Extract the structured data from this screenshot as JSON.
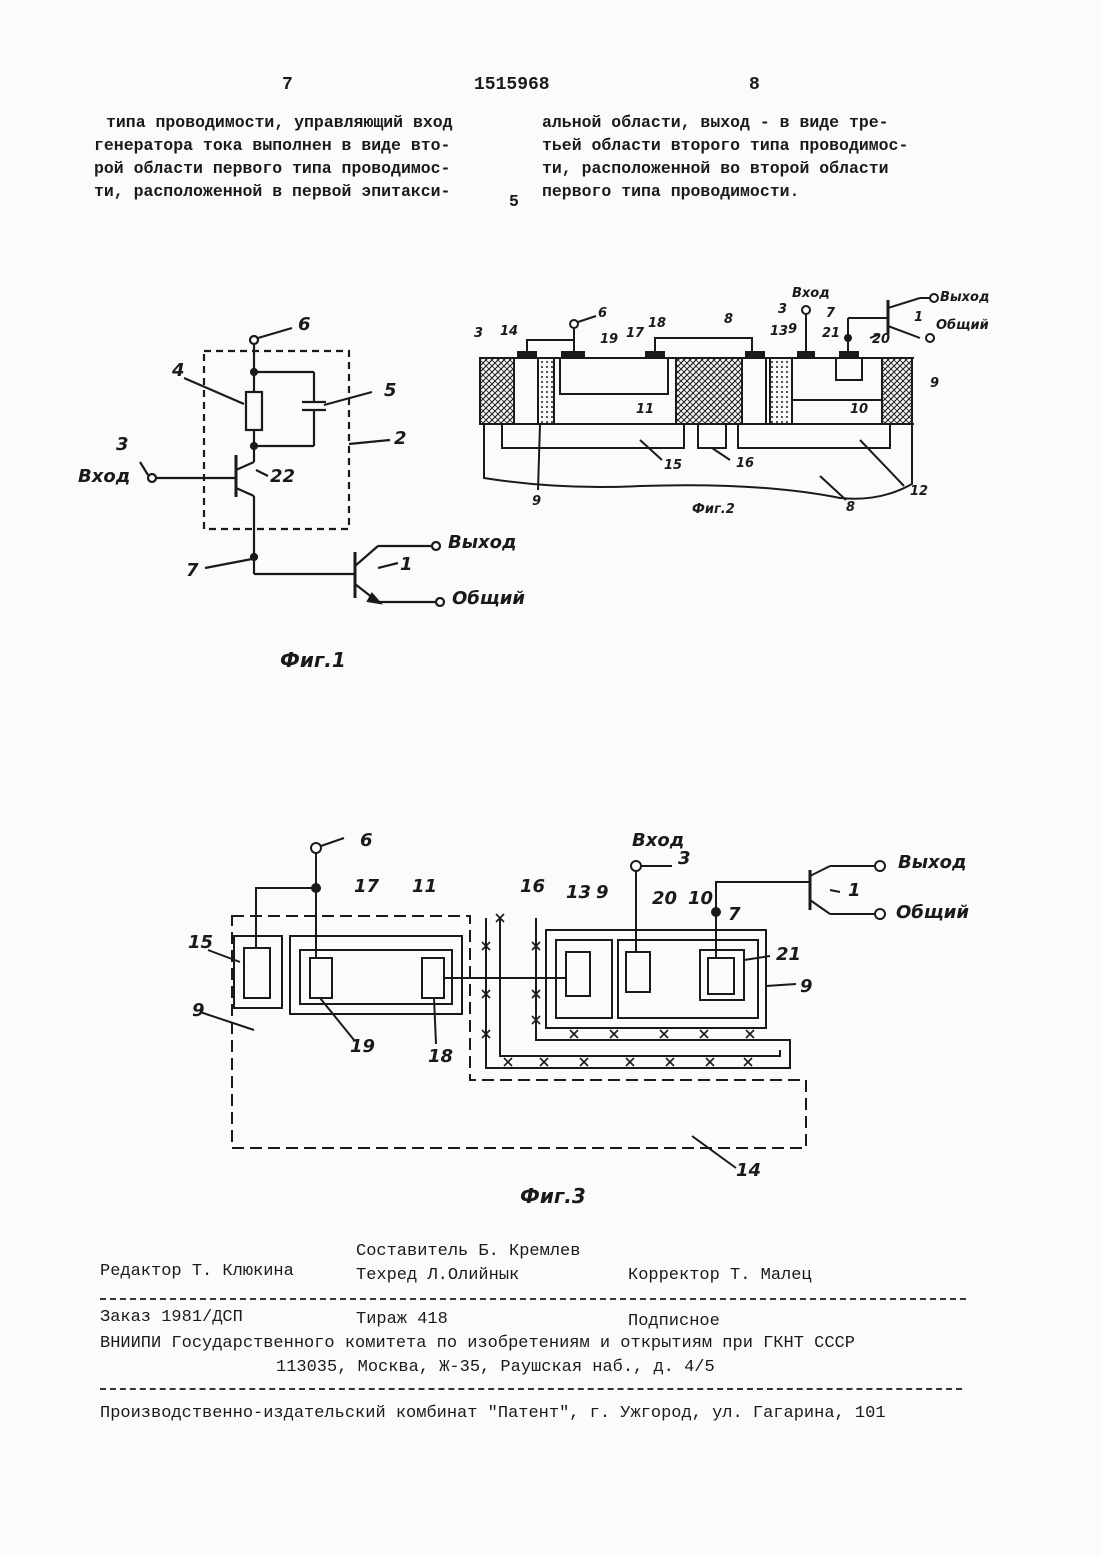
{
  "header": {
    "page_left": "7",
    "patent_number": "1515968",
    "page_right": "8",
    "line_marker": "5"
  },
  "text_left": [
    "типа проводимости, управляющий вход",
    "генератора тока выполнен в виде вто-",
    "рой области первого типа проводимос-",
    "ти, расположенной в первой эпитакси-"
  ],
  "text_right": [
    "альной области, выход - в виде тре-",
    "тьей области второго типа проводимос-",
    "ти, расположенной во второй области",
    "первого типа проводимости."
  ],
  "fig1": {
    "caption": "Фиг.1",
    "terminals": {
      "input": "Вход",
      "output": "Выход",
      "common": "Общий"
    },
    "labels": {
      "n6": "6",
      "n4": "4",
      "n5": "5",
      "n2": "2",
      "n3": "3",
      "n22": "22",
      "n7": "7",
      "n1": "1"
    }
  },
  "fig2": {
    "caption": "Фиг.2",
    "terminals": {
      "input": "Вход",
      "output": "Выход",
      "common": "Общий"
    },
    "labels": [
      "1",
      "3",
      "6",
      "7",
      "8",
      "8",
      "9",
      "9",
      "9",
      "10",
      "11",
      "12",
      "13",
      "14",
      "15",
      "16",
      "17",
      "18",
      "19",
      "20",
      "21"
    ]
  },
  "fig3": {
    "caption": "Фиг.3",
    "terminals": {
      "input": "Вход",
      "output": "Выход",
      "common": "Общий"
    },
    "labels": {
      "n6": "6",
      "n3": "3",
      "n1": "1",
      "n7": "7",
      "n17": "17",
      "n11": "11",
      "n16": "16",
      "n13": "13",
      "n9a": "9",
      "n20": "20",
      "n10": "10",
      "n15": "15",
      "n21": "21",
      "n9b": "9",
      "n9c": "9",
      "n19": "19",
      "n18": "18",
      "n14": "14"
    }
  },
  "imprint": {
    "compiler": "Составитель Б. Кремлев",
    "editor": "Редактор Т. Клюкина",
    "techred": "Техред Л.Олийнык",
    "corrector": "Корректор Т. Малец",
    "order": "Заказ 1981/ДСП",
    "circulation": "Тираж 418",
    "subscription": "Подписное",
    "org": "ВНИИПИ Государственного комитета по изобретениям и открытиям при ГКНТ СССР",
    "address": "113035, Москва, Ж-35, Раушская наб., д. 4/5",
    "publisher": "Производственно-издательский комбинат \"Патент\", г. Ужгород, ул. Гагарина, 101"
  }
}
